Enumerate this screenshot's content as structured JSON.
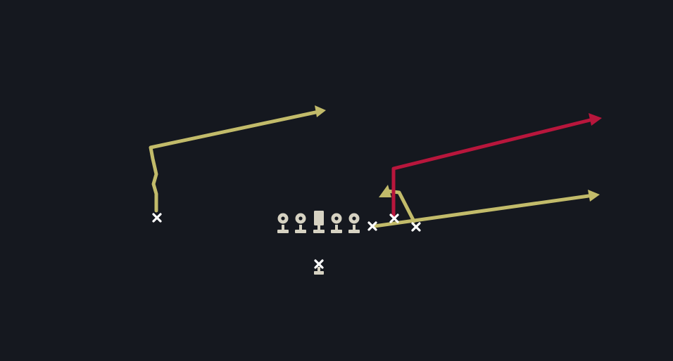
{
  "diagram": {
    "kind": "football-play-diagram",
    "background_color": "#15181f",
    "colors": {
      "route_default": "#c2bb6a",
      "route_primary": "#b8163c",
      "player_marker": "#ffffff",
      "lineman": "#d6d2c2"
    },
    "offense": {
      "offensive_line_count": 5,
      "center_index": 2,
      "skill_players": [
        {
          "id": "left-wideout",
          "route": "corner",
          "route_color": "route_default"
        },
        {
          "id": "right-slot-inner",
          "route": "flat",
          "route_color": "route_default"
        },
        {
          "id": "right-slot-middle",
          "route": "corner",
          "route_color": "route_primary",
          "primary_read": true
        },
        {
          "id": "right-slot-outer",
          "route": "out-to-sideline",
          "route_color": "route_default"
        },
        {
          "id": "running-back",
          "route": "none"
        }
      ]
    }
  }
}
